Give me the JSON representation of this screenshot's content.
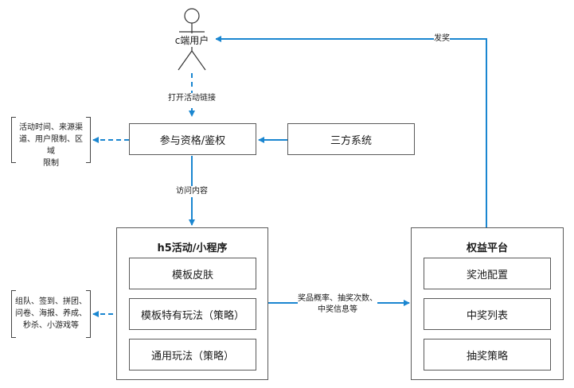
{
  "actor": {
    "label": "c端用户",
    "icon": "stick-figure-user-icon"
  },
  "edges": {
    "open_link": "打开活动链接",
    "visit_content": "访问内容",
    "send_prize": "发奖",
    "data_flow_line1": "奖品概率、抽奖次数、",
    "data_flow_line2": "中奖信息等"
  },
  "nodes": {
    "auth": "参与资格/鉴权",
    "third_party": "三方系统"
  },
  "h5": {
    "title": "h5活动/小程序",
    "items": [
      "模板皮肤",
      "模板特有玩法（策略）",
      "通用玩法（策略）"
    ]
  },
  "rights": {
    "title": "权益平台",
    "items": [
      "奖池配置",
      "中奖列表",
      "抽奖策略"
    ]
  },
  "notes": {
    "auth_note": [
      "活动时间、来源渠",
      "道、用户限制、区域",
      "限制"
    ],
    "template_note": [
      "组队、签到、拼团、",
      "问卷、海报、养成、",
      "秒杀、小游戏等"
    ]
  },
  "colors": {
    "arrow": "#1a86d0",
    "border": "#5a5a5a",
    "text": "#1a1a1a"
  }
}
